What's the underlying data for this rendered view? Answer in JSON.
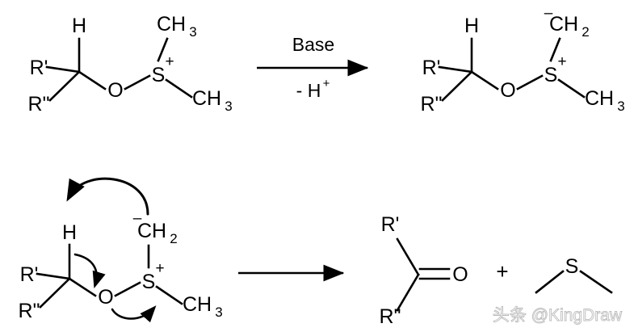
{
  "figure": {
    "kind": "chemical-reaction-mechanism",
    "title": "Swern-type oxidation: ylide formation and Ei elimination",
    "background_color": "#ffffff",
    "ink_color": "#000000"
  },
  "row1": {
    "reactant": {
      "name": "alkoxysulfonium-salt",
      "labels": {
        "h": "H",
        "r_prime": "R'",
        "r_double_prime": "R\"",
        "o": "O",
        "s": "S",
        "s_charge": "+",
        "ch3_top": "CH",
        "ch3_top_sub": "3",
        "ch3_bottom": "CH",
        "ch3_bottom_sub": "3"
      }
    },
    "arrow": {
      "name": "reaction-arrow-1",
      "above": "Base",
      "below_main": "- H",
      "below_sup": "+"
    },
    "product": {
      "name": "sulfonium-ylide",
      "labels": {
        "h": "H",
        "r_prime": "R'",
        "r_double_prime": "R\"",
        "o": "O",
        "s": "S",
        "s_charge": "+",
        "ch2": "CH",
        "ch2_sub": "2",
        "ch2_charge": "–",
        "ch3_bottom": "CH",
        "ch3_bottom_sub": "3"
      }
    }
  },
  "row2": {
    "transition_state": {
      "name": "cyclic-transition-state",
      "labels": {
        "h": "H",
        "r_prime": "R'",
        "r_double_prime": "R\"",
        "o": "O",
        "s": "S",
        "s_charge": "+",
        "ch2": "CH",
        "ch2_sub": "2",
        "ch2_charge": "–",
        "ch3": "CH",
        "ch3_sub": "3"
      },
      "electron_arrows": [
        "carbanion-to-hydrogen",
        "ch-bond-to-carbonyl",
        "oxygen-to-sulfur-bond"
      ]
    },
    "arrow": {
      "name": "reaction-arrow-2",
      "above": "",
      "below": ""
    },
    "products": {
      "ketone": {
        "name": "ketone-product",
        "labels": {
          "r_prime": "R'",
          "r_double_prime": "R\"",
          "o": "O"
        }
      },
      "plus": "+",
      "sulfide": {
        "name": "dimethyl-sulfide-product",
        "labels": {
          "s": "S"
        }
      }
    }
  },
  "watermark": {
    "name": "kingdraw-watermark",
    "text": "头条 @KingDraw"
  }
}
